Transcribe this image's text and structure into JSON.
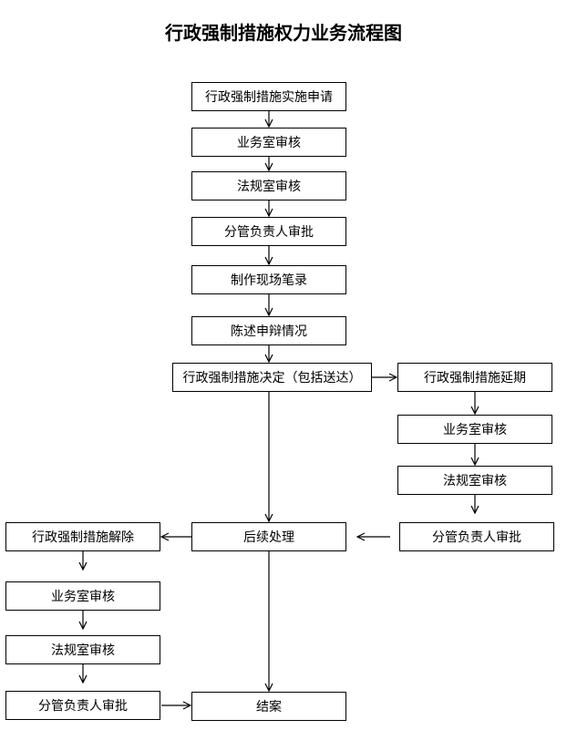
{
  "title": "行政强制措施权力业务流程图",
  "main": [
    "行政强制措施实施申请",
    "业务室审核",
    "法规室审核",
    "分管负责人审批",
    "制作现场笔录",
    "陈述申辩情况",
    "行政强制措施决定（包括送达）"
  ],
  "right": [
    "行政强制措施延期",
    "业务室审核",
    "法规室审核",
    "分管负责人审批"
  ],
  "left": [
    "行政强制措施解除",
    "业务室审核",
    "法规室审核",
    "分管负责人审批"
  ],
  "followup": "后续处理",
  "end": "结案"
}
